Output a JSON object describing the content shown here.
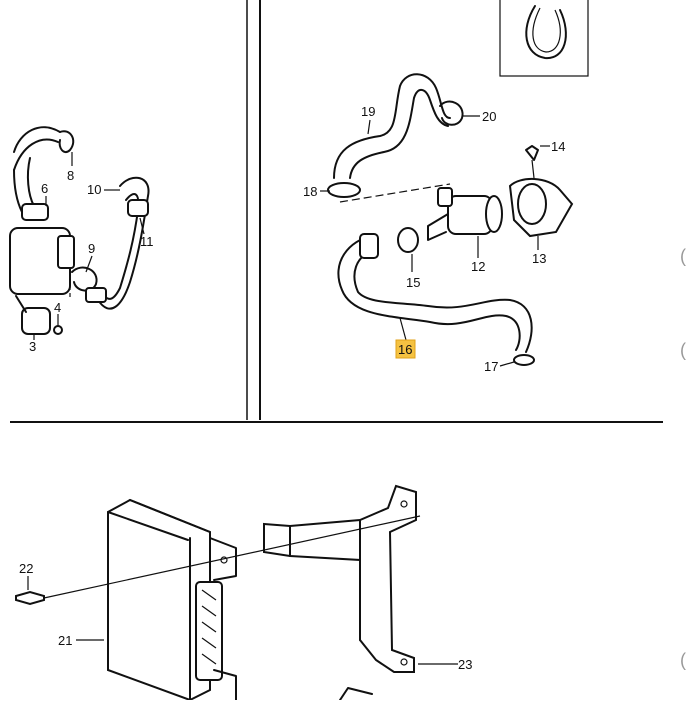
{
  "callouts": {
    "c3": "3",
    "c4": "4",
    "c6": "6",
    "c8": "8",
    "c9": "9",
    "c10": "10",
    "c11": "11",
    "c12": "12",
    "c13": "13",
    "c14": "14",
    "c15": "15",
    "c16": "16",
    "c17": "17",
    "c18": "18",
    "c19": "19",
    "c20": "20",
    "c21": "21",
    "c22": "22",
    "c23": "23"
  },
  "highlight": {
    "callout": "16",
    "color": "#f5c242"
  },
  "edge_marks": [
    "(",
    "(",
    "("
  ]
}
